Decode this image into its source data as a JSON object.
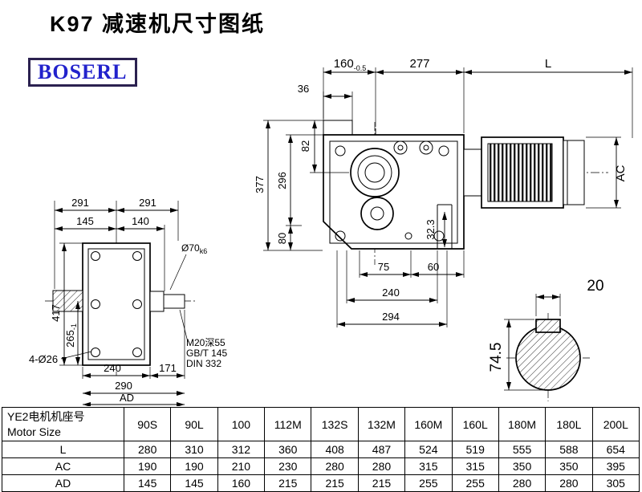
{
  "page": {
    "title": "K97 减速机尺寸图纸",
    "logo_text": "BOSERL"
  },
  "colors": {
    "logo_text": "#2222cc",
    "logo_border": "#2b2150",
    "line": "#000000",
    "background": "#ffffff"
  },
  "drawing": {
    "front_view": {
      "dim_291_left": "291",
      "dim_291_right": "291",
      "dim_145": "145",
      "dim_140": "140",
      "dim_417": "417",
      "dim_265": "265",
      "dim_265_tol": "-1",
      "dim_shaft_dia": "Ø70",
      "dim_shaft_tol": "k6",
      "dim_holes": "4-Ø26",
      "dim_240": "240",
      "dim_171": "171",
      "dim_290": "290",
      "dim_AD": "AD",
      "note_line1": "M20深55",
      "note_line2": "GB/T 145",
      "note_line3": "DIN 332"
    },
    "main_view": {
      "dim_160": "160",
      "dim_160_tol": "-0.5",
      "dim_277": "277",
      "dim_L": "L",
      "dim_36": "36",
      "dim_82": "82",
      "dim_377": "377",
      "dim_296": "296",
      "dim_80": "80",
      "dim_AC": "AC",
      "dim_32_3": "32.3",
      "dim_75": "75",
      "dim_60": "60",
      "dim_240": "240",
      "dim_294": "294"
    },
    "shaft_section": {
      "dim_20": "20",
      "dim_74_5": "74.5"
    }
  },
  "table": {
    "header_label_cn": "YE2电机机座号",
    "header_label_en": "Motor Size",
    "columns": [
      "90S",
      "90L",
      "100",
      "112M",
      "132S",
      "132M",
      "160M",
      "160L",
      "180M",
      "180L",
      "200L"
    ],
    "rows": [
      {
        "label": "L",
        "values": [
          "280",
          "310",
          "312",
          "360",
          "408",
          "487",
          "524",
          "519",
          "555",
          "588",
          "654"
        ]
      },
      {
        "label": "AC",
        "values": [
          "190",
          "190",
          "210",
          "230",
          "280",
          "280",
          "315",
          "315",
          "350",
          "350",
          "395"
        ]
      },
      {
        "label": "AD",
        "values": [
          "145",
          "145",
          "160",
          "215",
          "215",
          "215",
          "255",
          "255",
          "280",
          "280",
          "305"
        ]
      }
    ]
  }
}
